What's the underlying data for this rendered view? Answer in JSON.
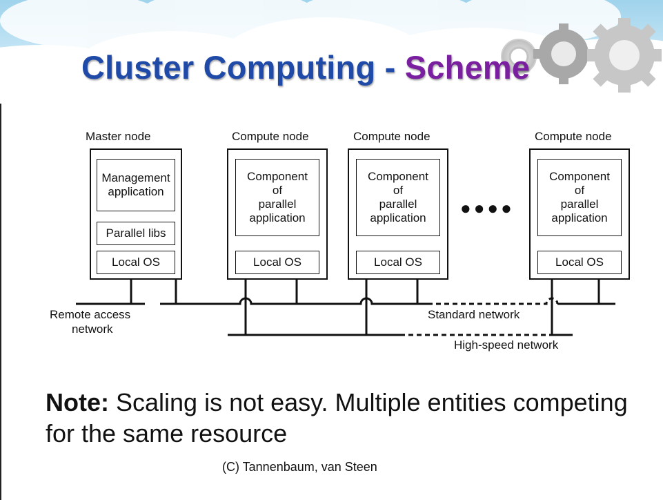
{
  "slide": {
    "title_main": "Cluster Computing",
    "title_sep": "-",
    "title_accent": "Scheme"
  },
  "diagram": {
    "master_node": {
      "title": "Master node",
      "management_line1": "Management",
      "management_line2": "application",
      "parallel_libs": "Parallel libs",
      "local_os": "Local OS"
    },
    "compute_nodes": [
      {
        "title": "Compute node",
        "app_line1": "Component",
        "app_line2": "of",
        "app_line3": "parallel",
        "app_line4": "application",
        "local_os": "Local OS"
      },
      {
        "title": "Compute node",
        "app_line1": "Component",
        "app_line2": "of",
        "app_line3": "parallel",
        "app_line4": "application",
        "local_os": "Local OS"
      },
      {
        "title": "Compute node",
        "app_line1": "Component",
        "app_line2": "of",
        "app_line3": "parallel",
        "app_line4": "application",
        "local_os": "Local OS"
      }
    ],
    "ellipsis": "●●●●",
    "remote_access_line1": "Remote access",
    "remote_access_line2": "network",
    "standard_network": "Standard network",
    "high_speed_network": "High-speed network"
  },
  "note": {
    "label": "Note:",
    "text": " Scaling is not easy. Multiple entities competing for the same resource"
  },
  "credit": "(C) Tannenbaum, van Steen"
}
